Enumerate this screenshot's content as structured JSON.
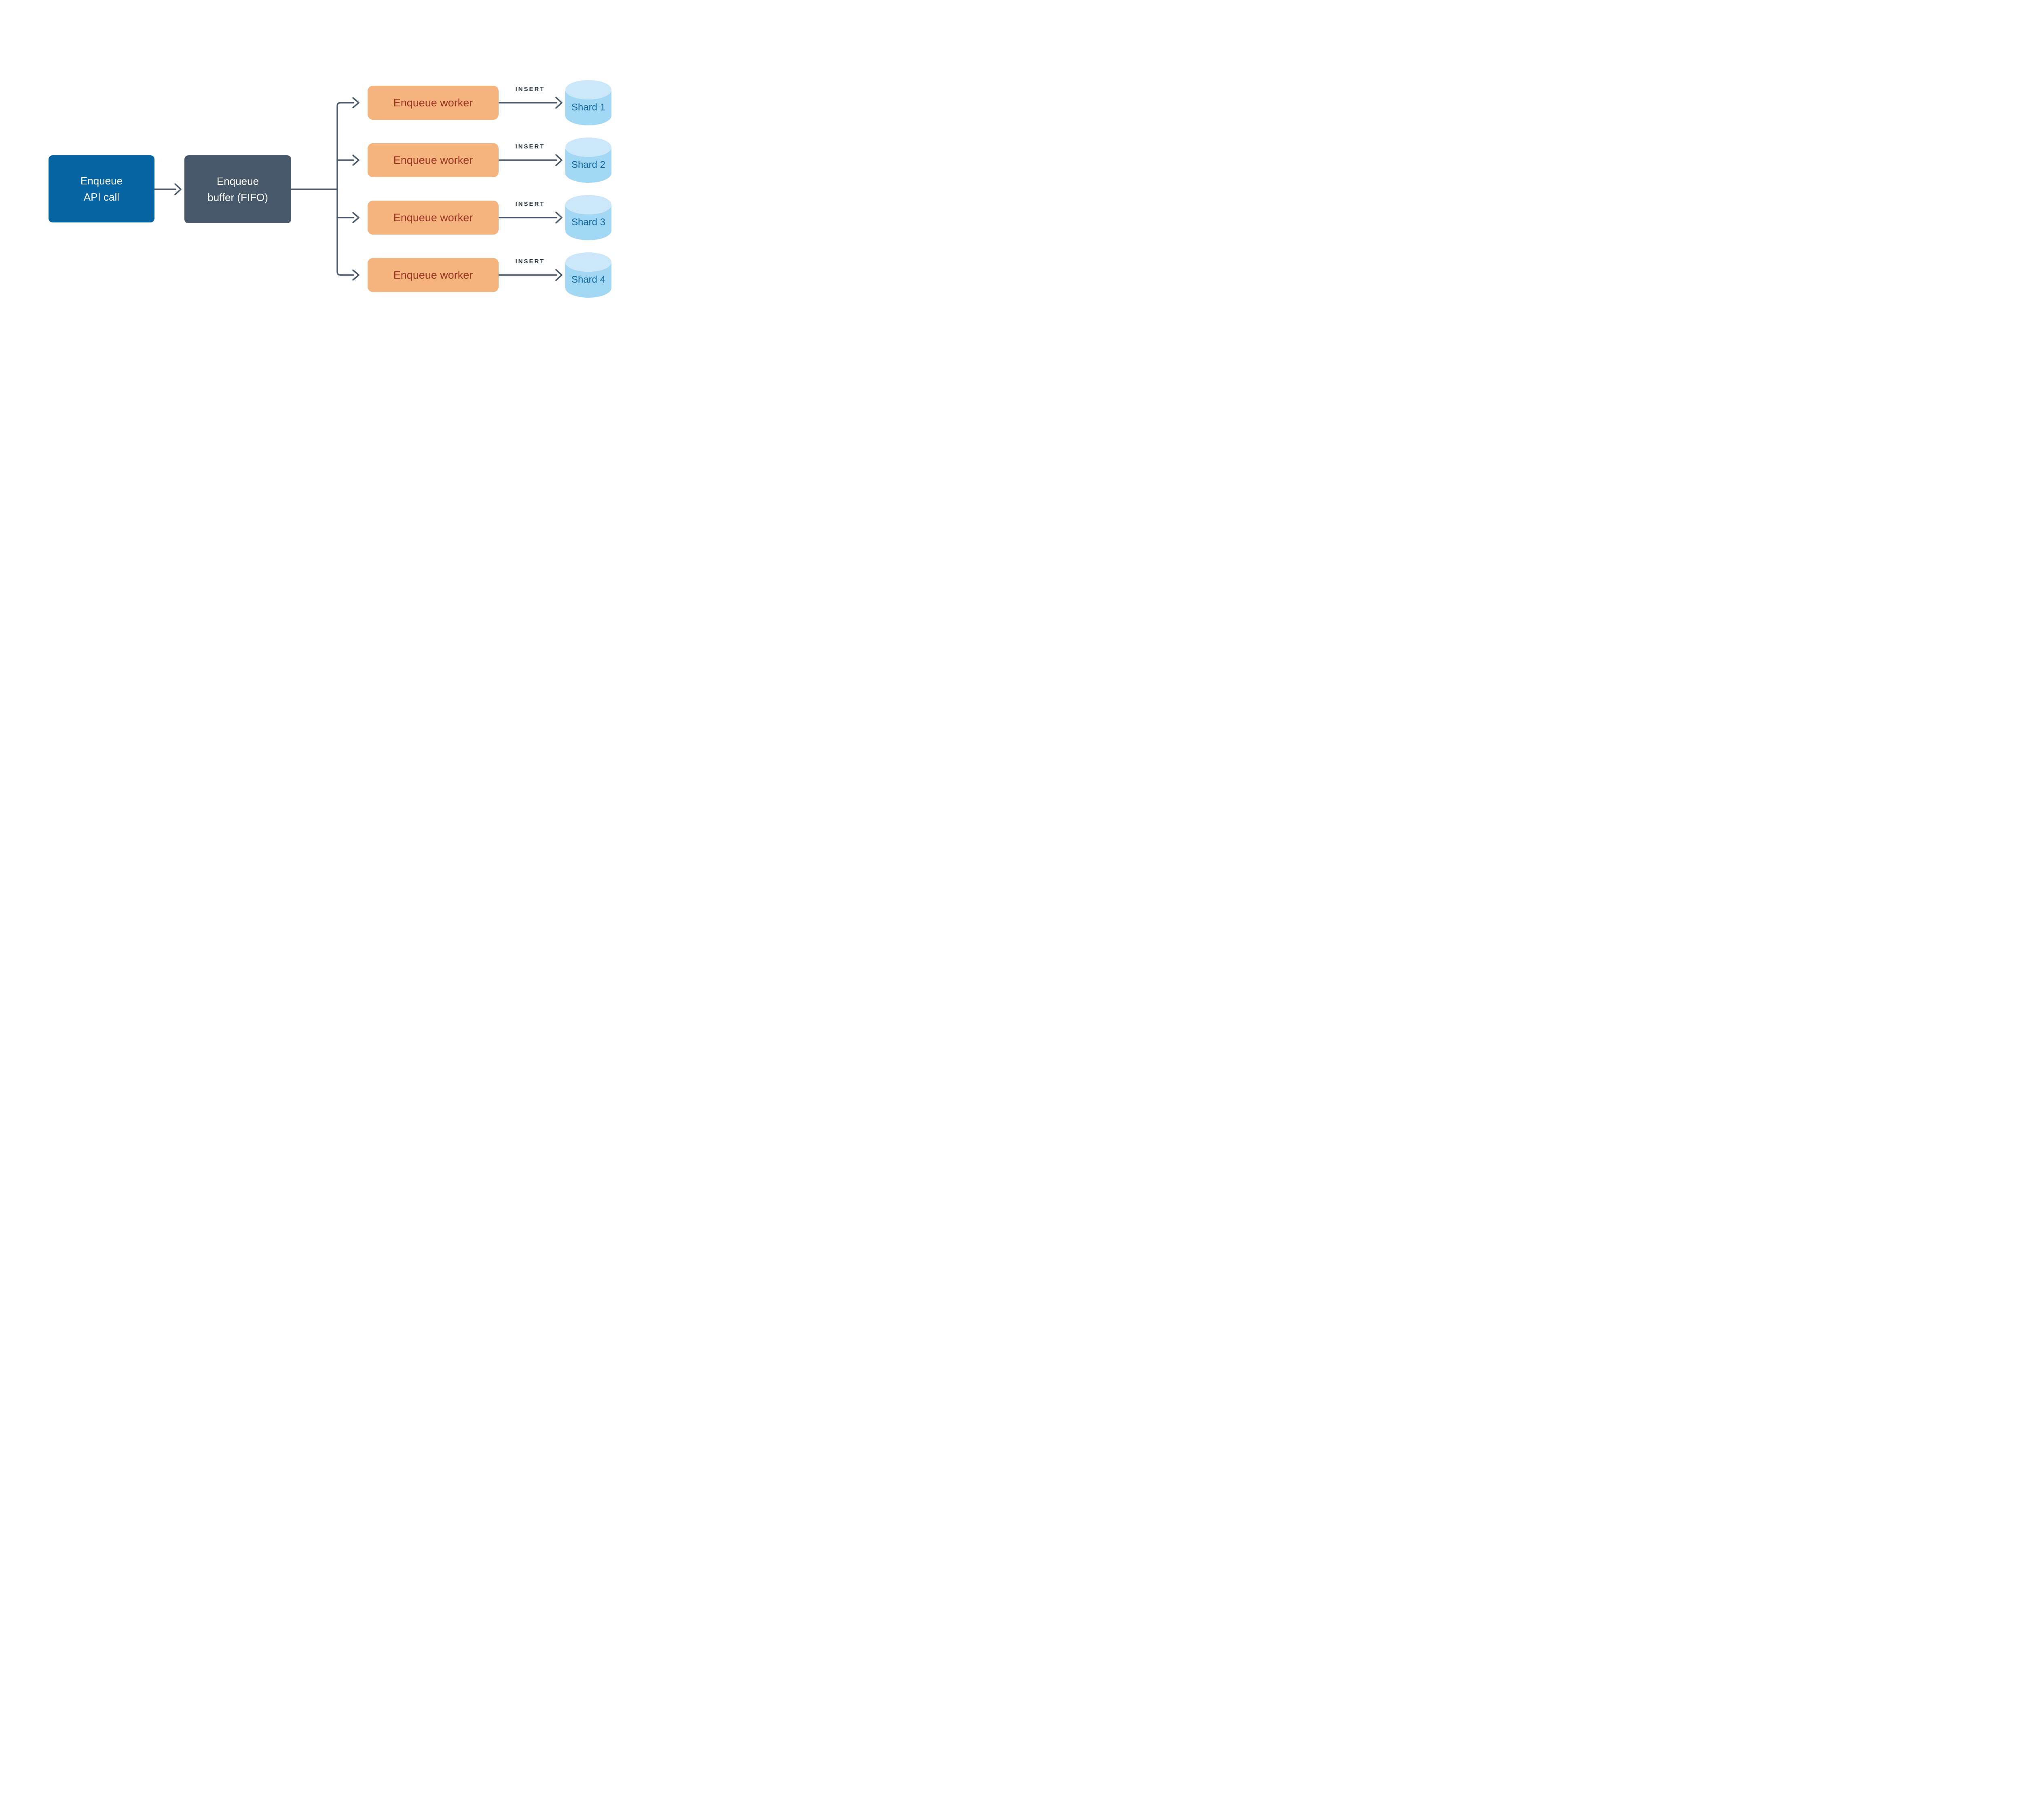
{
  "colors": {
    "node_api_bg": "#0765a3",
    "node_buffer_bg": "#47586a",
    "connector": "#48596b",
    "worker_bg": "#f5b47d",
    "worker_text": "#9e3426",
    "insert_text": "#233039",
    "cylinder_body": "#a3d8f4",
    "cylinder_top": "#cbe7f9",
    "shard_text": "#1069a4"
  },
  "nodes": {
    "api": {
      "line1": "Enqueue",
      "line2": "API call"
    },
    "buffer": {
      "line1": "Enqueue",
      "line2": "buffer (FIFO)"
    }
  },
  "rows": [
    {
      "worker_label": "Enqueue worker",
      "edge_label": "INSERT",
      "shard_label": "Shard 1"
    },
    {
      "worker_label": "Enqueue worker",
      "edge_label": "INSERT",
      "shard_label": "Shard 2"
    },
    {
      "worker_label": "Enqueue worker",
      "edge_label": "INSERT",
      "shard_label": "Shard 3"
    },
    {
      "worker_label": "Enqueue worker",
      "edge_label": "INSERT",
      "shard_label": "Shard 4"
    }
  ]
}
